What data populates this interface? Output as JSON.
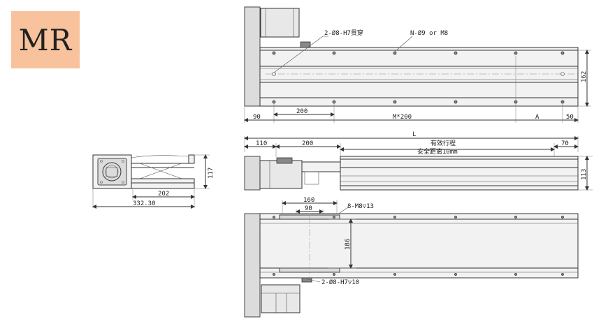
{
  "badge": {
    "label": "MR",
    "color": "#f7c29c"
  },
  "end_view": {
    "height_dim": "117",
    "width_dim_inner": "202",
    "width_dim_outer": "332.30"
  },
  "top_view": {
    "note_pin_holes": "2-Ø8-H7贯穿",
    "note_mount_holes": "N-Ø9 or M8",
    "height_dim": "162",
    "dims_bottom": [
      "90",
      "200",
      "M*200",
      "A",
      "50"
    ]
  },
  "side_view": {
    "total_length": "L",
    "dim_110": "110",
    "dim_200": "200",
    "dim_70": "70",
    "height_dim": "113",
    "stroke_label": "有效行程",
    "safety_label": "安全距离10mm"
  },
  "bottom_view": {
    "dim_160": "160",
    "dim_90": "90",
    "thread_note": "8-M8▽13",
    "height_dim": "186",
    "pin_note": "2-Ø8-H7▽10"
  }
}
